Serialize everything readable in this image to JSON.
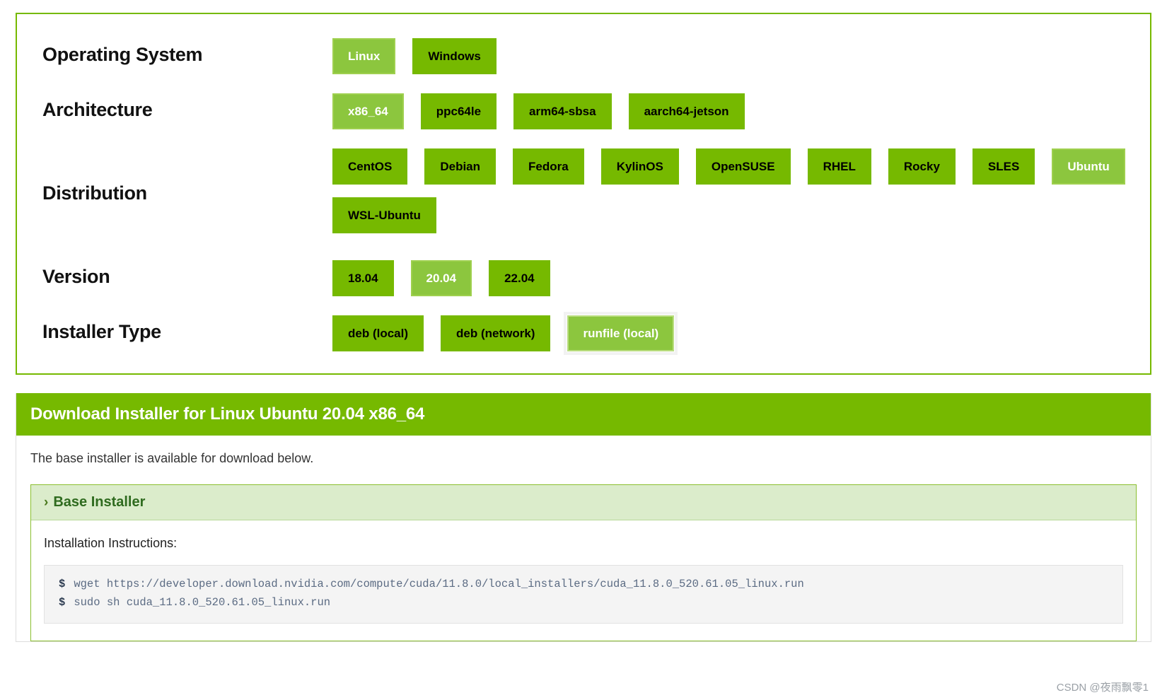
{
  "selector": {
    "rows": [
      {
        "label": "Operating System",
        "name": "operating-system",
        "options": [
          {
            "label": "Linux",
            "selected": true,
            "focused": false
          },
          {
            "label": "Windows",
            "selected": false,
            "focused": false
          }
        ]
      },
      {
        "label": "Architecture",
        "name": "architecture",
        "options": [
          {
            "label": "x86_64",
            "selected": true,
            "focused": false
          },
          {
            "label": "ppc64le",
            "selected": false,
            "focused": false
          },
          {
            "label": "arm64-sbsa",
            "selected": false,
            "focused": false
          },
          {
            "label": "aarch64-jetson",
            "selected": false,
            "focused": false
          }
        ]
      },
      {
        "label": "Distribution",
        "name": "distribution",
        "options": [
          {
            "label": "CentOS",
            "selected": false,
            "focused": false
          },
          {
            "label": "Debian",
            "selected": false,
            "focused": false
          },
          {
            "label": "Fedora",
            "selected": false,
            "focused": false
          },
          {
            "label": "KylinOS",
            "selected": false,
            "focused": false
          },
          {
            "label": "OpenSUSE",
            "selected": false,
            "focused": false
          },
          {
            "label": "RHEL",
            "selected": false,
            "focused": false
          },
          {
            "label": "Rocky",
            "selected": false,
            "focused": false
          },
          {
            "label": "SLES",
            "selected": false,
            "focused": false
          },
          {
            "label": "Ubuntu",
            "selected": true,
            "focused": false
          },
          {
            "label": "WSL-Ubuntu",
            "selected": false,
            "focused": false
          }
        ]
      },
      {
        "label": "Version",
        "name": "version",
        "options": [
          {
            "label": "18.04",
            "selected": false,
            "focused": false
          },
          {
            "label": "20.04",
            "selected": true,
            "focused": false
          },
          {
            "label": "22.04",
            "selected": false,
            "focused": false
          }
        ]
      },
      {
        "label": "Installer Type",
        "name": "installer-type",
        "options": [
          {
            "label": "deb (local)",
            "selected": false,
            "focused": false
          },
          {
            "label": "deb (network)",
            "selected": false,
            "focused": false
          },
          {
            "label": "runfile (local)",
            "selected": true,
            "focused": true
          }
        ]
      }
    ]
  },
  "download": {
    "header": "Download Installer for Linux Ubuntu 20.04 x86_64",
    "intro": "The base installer is available for download below.",
    "accordion": {
      "chevron": "›",
      "title": "Base Installer",
      "instructions_label": "Installation Instructions:",
      "commands": [
        {
          "prompt": "$",
          "text": "wget https://developer.download.nvidia.com/compute/cuda/11.8.0/local_installers/cuda_11.8.0_520.61.05_linux.run"
        },
        {
          "prompt": "$",
          "text": "sudo sh cuda_11.8.0_520.61.05_linux.run"
        }
      ]
    }
  },
  "watermark": "CSDN @夜雨飘零1",
  "colors": {
    "nvidia_green": "#76b900",
    "selected_green": "#8cc63e",
    "accordion_bg": "#dbeccb",
    "code_bg": "#f4f4f4"
  }
}
